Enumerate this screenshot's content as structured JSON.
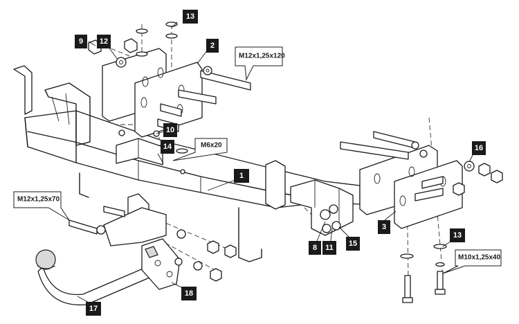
{
  "badges": {
    "b1": "1",
    "b2": "2",
    "b3": "3",
    "b8": "8",
    "b9": "9",
    "b10": "10",
    "b11": "11",
    "b12": "12",
    "b13a": "13",
    "b13b": "13",
    "b14": "14",
    "b15": "15",
    "b16": "16",
    "b17": "17",
    "b18": "18"
  },
  "callouts": {
    "bolt_m12_120": "M12x1,25x120",
    "bolt_m6_20": "M6x20",
    "bolt_m12_70": "M12x1,25x70",
    "bolt_m10_40": "M10x1,25x40"
  },
  "colors": {
    "ink": "#1a1a1a",
    "badge_bg": "#1a1a1a",
    "badge_text": "#ffffff"
  }
}
